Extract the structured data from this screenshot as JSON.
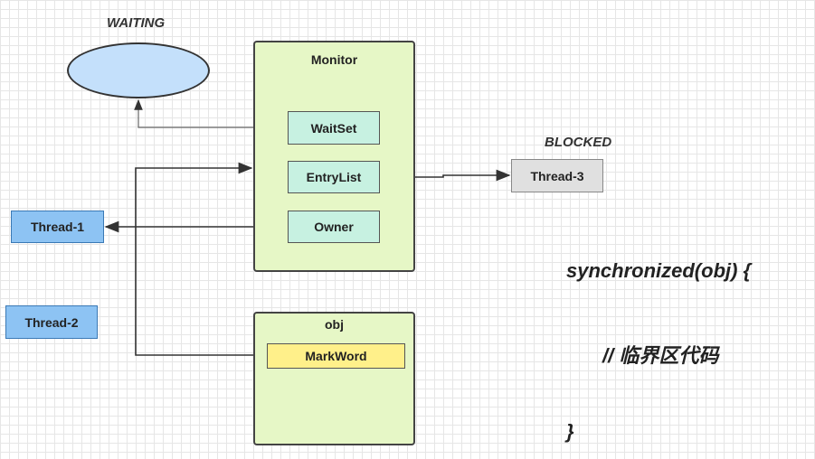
{
  "labels": {
    "waiting": "WAITING",
    "blocked": "BLOCKED"
  },
  "monitor": {
    "title": "Monitor",
    "waitset": "WaitSet",
    "entrylist": "EntryList",
    "owner": "Owner"
  },
  "obj": {
    "title": "obj",
    "markword": "MarkWord"
  },
  "threads": {
    "t1": "Thread-1",
    "t2": "Thread-2",
    "t3": "Thread-3"
  },
  "code": {
    "line1": "synchronized(obj) {",
    "line2": "// 临界区代码",
    "line3": "}"
  },
  "colors": {
    "container_fill": "#e6f7c6",
    "inner_green": "#c7f1e1",
    "markword_yellow": "#fff08a",
    "thread_blue": "#8dc3f3",
    "blocked_grey": "#e0e0e0",
    "waiting_ellipse": "#c4e0fb"
  }
}
